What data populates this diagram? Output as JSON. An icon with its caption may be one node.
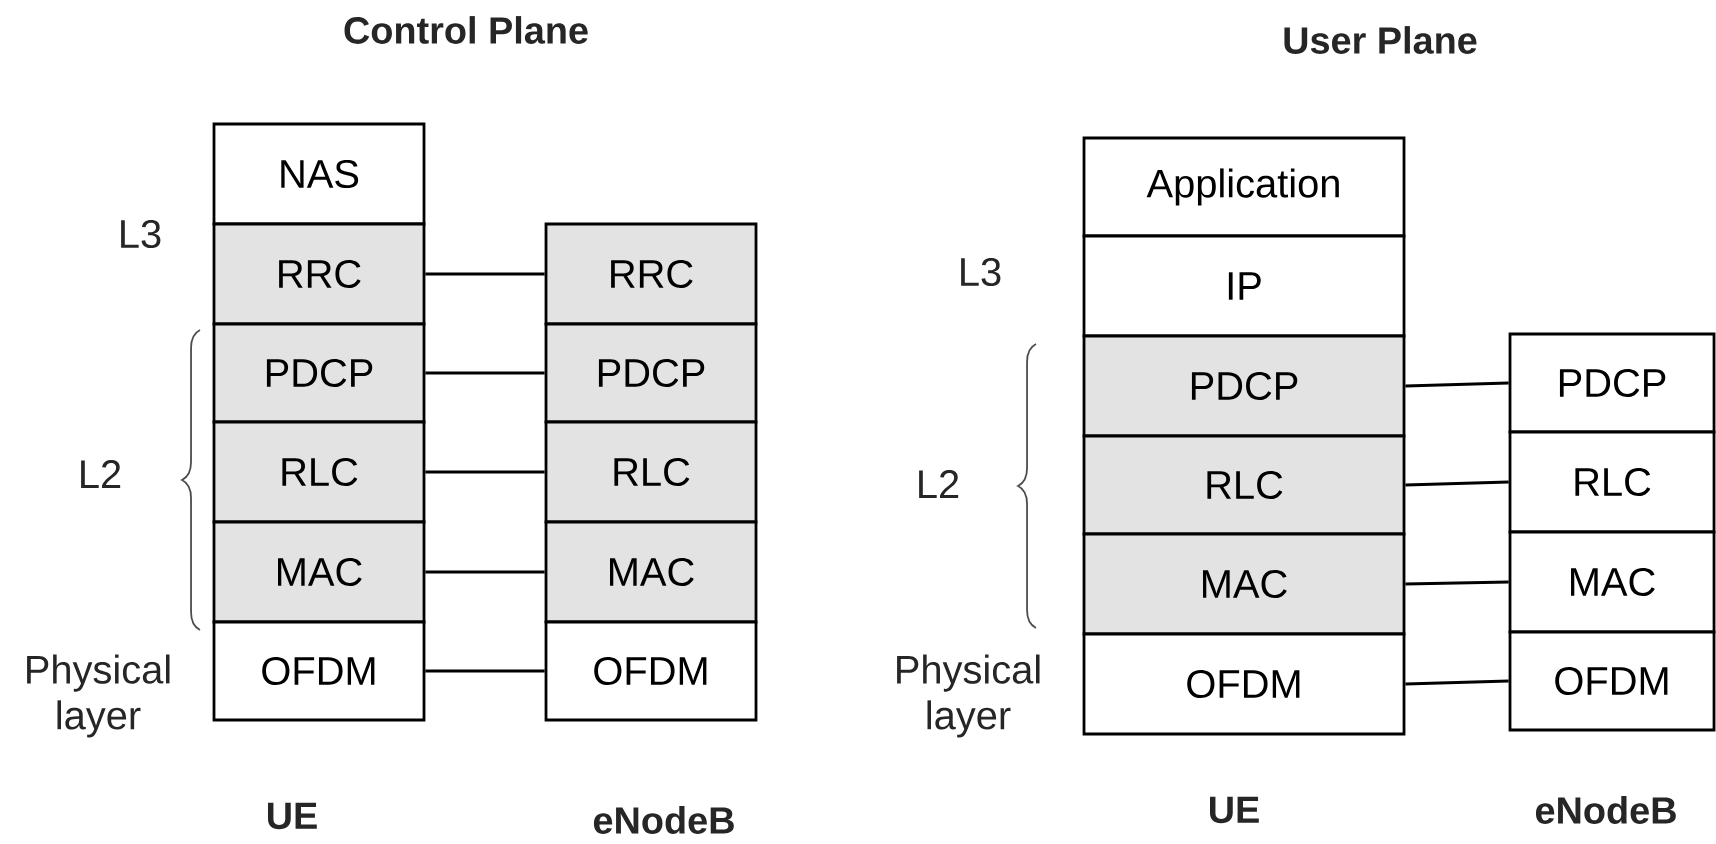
{
  "diagram": {
    "nodes": [
      {
        "text": [
          "NAS"
        ]
      },
      {
        "text": [
          "RRC"
        ]
      },
      {
        "text": [
          "PDCP"
        ]
      },
      {
        "text": [
          "RLC"
        ]
      },
      {
        "text": [
          "MAC"
        ]
      },
      {
        "text": [
          "OFDM"
        ]
      },
      {
        "text": [
          "RRC"
        ]
      },
      {
        "text": [
          "PDCP"
        ]
      },
      {
        "text": [
          "RLC"
        ]
      },
      {
        "text": [
          "MAC"
        ]
      },
      {
        "text": [
          "OFDM"
        ]
      },
      {
        "text": [
          "Application"
        ]
      },
      {
        "text": [
          "IP"
        ]
      },
      {
        "text": [
          "PDCP"
        ]
      },
      {
        "text": [
          "RLC"
        ]
      },
      {
        "text": [
          "MAC"
        ]
      },
      {
        "text": [
          "OFDM"
        ]
      },
      {
        "text": [
          "PDCP"
        ]
      },
      {
        "text": [
          "RLC"
        ]
      },
      {
        "text": [
          "MAC"
        ]
      },
      {
        "text": [
          "OFDM"
        ]
      }
    ],
    "edges": [
      {
        "from": 1,
        "to": 6,
        "arrow": "none"
      },
      {
        "from": 2,
        "to": 7,
        "arrow": "none"
      },
      {
        "from": 3,
        "to": 8,
        "arrow": "none"
      },
      {
        "from": 4,
        "to": 9,
        "arrow": "none"
      },
      {
        "from": 5,
        "to": 10,
        "arrow": "none"
      },
      {
        "from": 13,
        "to": 17,
        "arrow": "none"
      },
      {
        "from": 14,
        "to": 18,
        "arrow": "none"
      },
      {
        "from": 15,
        "to": 19,
        "arrow": "none"
      },
      {
        "from": 16,
        "to": 20,
        "arrow": "none"
      }
    ],
    "labels": [
      "Control Plane",
      "User Plane",
      "L3",
      "L2",
      "Physical layer",
      "UE",
      "eNodeB",
      "L3",
      "L2",
      "Physical layer",
      "UE",
      "eNodeB"
    ]
  }
}
